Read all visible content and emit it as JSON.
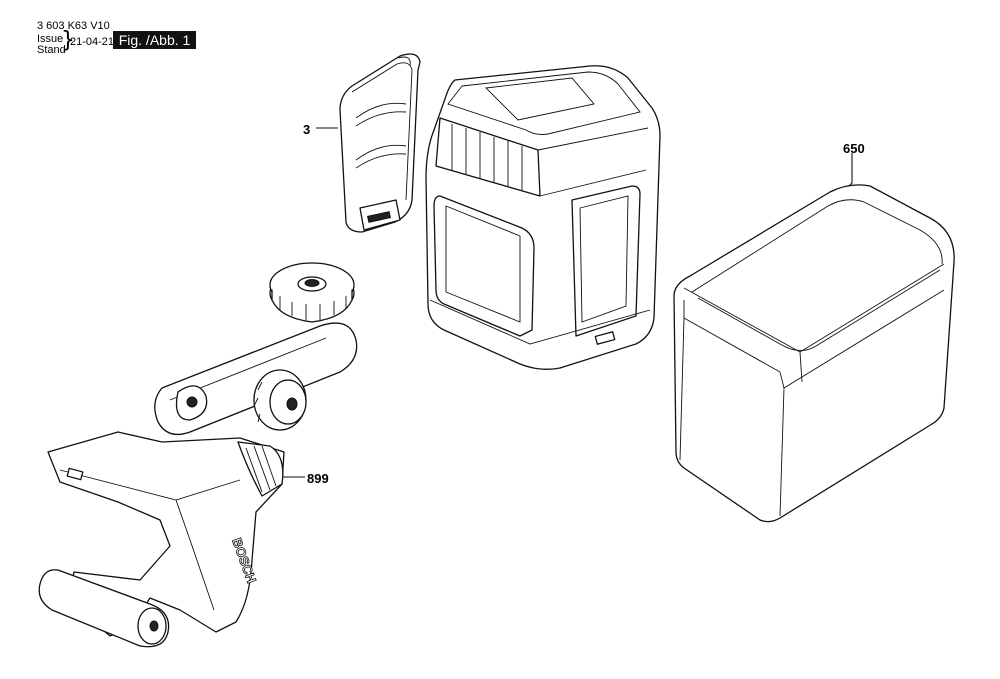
{
  "header": {
    "doc_number": "3 603 K63 V10",
    "issue_label": "Issue",
    "stand_label": "Stand",
    "date": "21-04-21",
    "figure_label": "Fig. /Abb. 1"
  },
  "callouts": {
    "part_3": "3",
    "part_650": "650",
    "part_899": "899"
  },
  "brand_mark": "BOSCH"
}
